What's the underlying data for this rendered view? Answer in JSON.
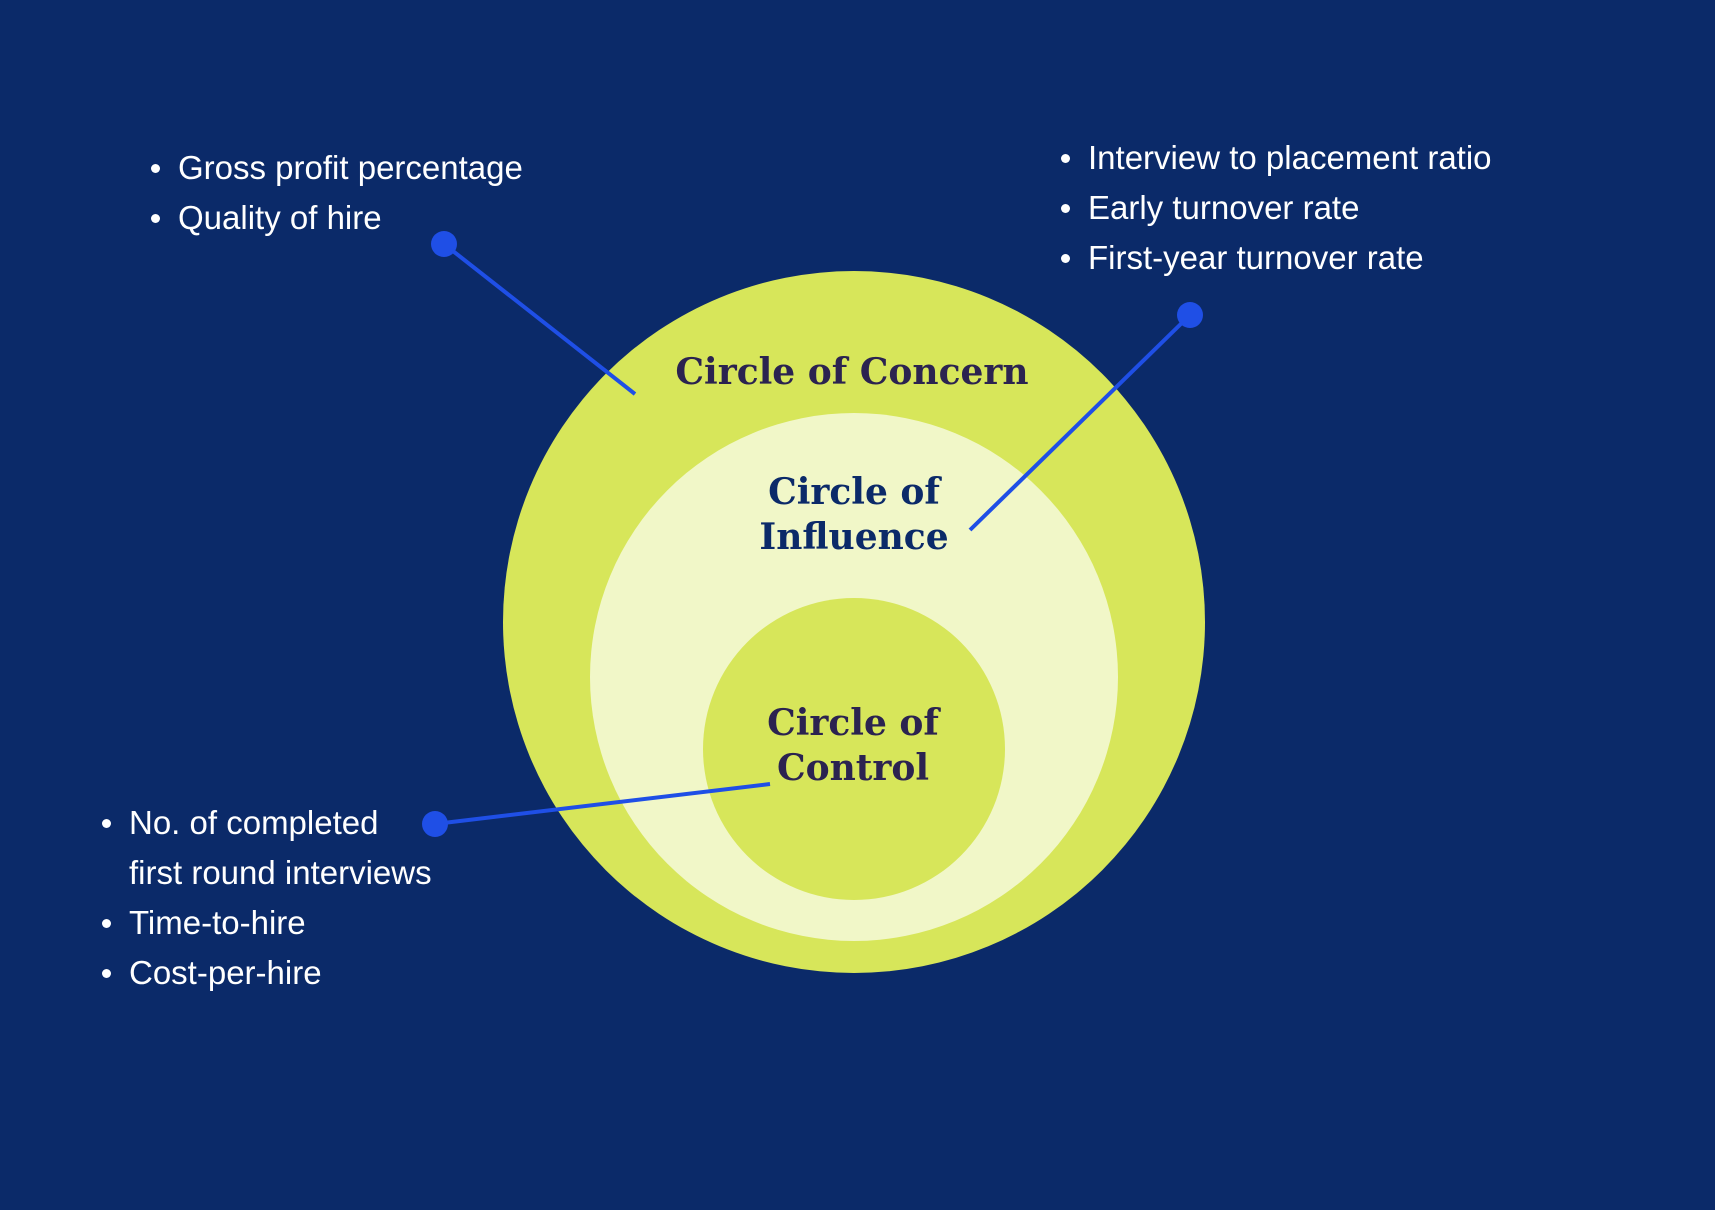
{
  "colors": {
    "background": "#0b2a69",
    "outer_circle": "#d7e65a",
    "middle_circle": "#f1f7c8",
    "inner_circle": "#d7e65a",
    "connector": "#1f4fe6",
    "label_dark": "#2b2350",
    "label_navy": "#0b2a69",
    "list_text": "#ffffff"
  },
  "circles": {
    "concern": {
      "label": "Circle of Concern"
    },
    "influence": {
      "label_line1": "Circle of",
      "label_line2": "Influence"
    },
    "control": {
      "label_line1": "Circle of",
      "label_line2": "Control"
    }
  },
  "metrics": {
    "concern": [
      "Gross profit percentage",
      "Quality of hire"
    ],
    "influence": [
      "Interview to placement ratio",
      "Early turnover rate",
      "First-year turnover rate"
    ],
    "control": [
      "No. of completed\nfirst round interviews",
      "Time-to-hire",
      "Cost-per-hire"
    ]
  }
}
